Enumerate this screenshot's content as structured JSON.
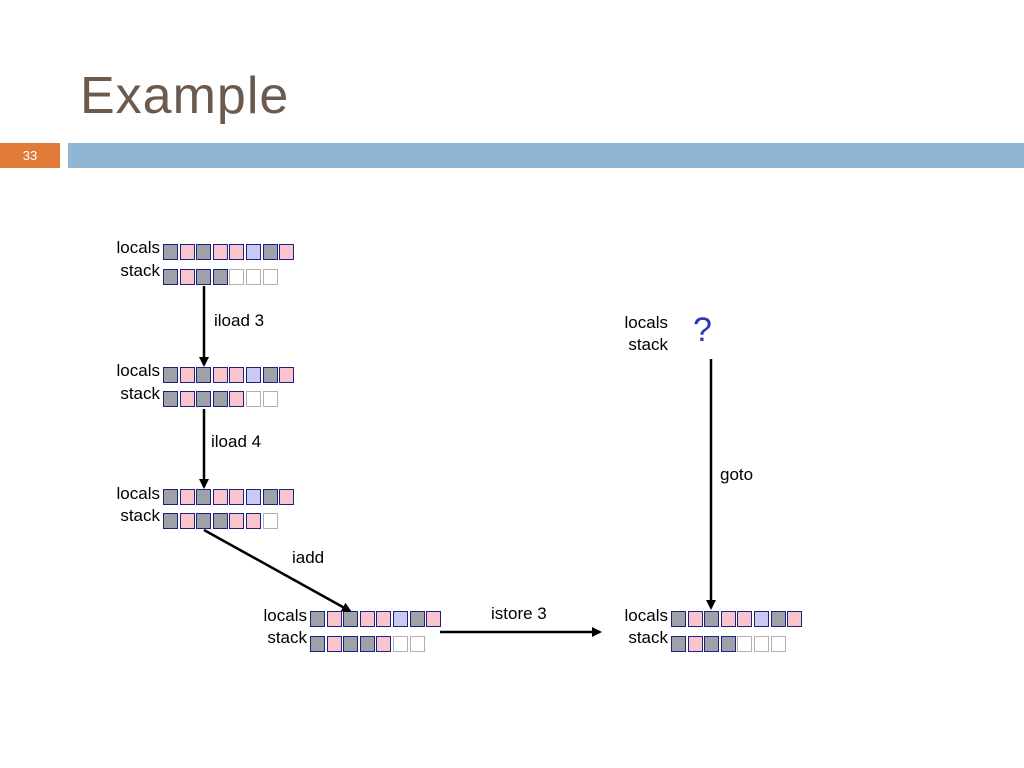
{
  "slide": {
    "title": "Example",
    "slide_number": "33"
  },
  "labels": {
    "locals": "locals",
    "stack": "stack",
    "unknown": "?"
  },
  "instructions": [
    "iload 3",
    "iload 4",
    "iadd",
    "istore 3",
    "goto"
  ],
  "colors": {
    "gray_cell": "#a0a0a8",
    "pink_cell": "#f9c4cc",
    "blue_cell": "#c9c9f3",
    "empty_cell": "#ffffff",
    "title": "#6b5a4e",
    "accent_orange": "#e07b39",
    "accent_blue": "#91b6d4",
    "question_mark": "#2a35b8"
  },
  "states": [
    {
      "locals": [
        "g",
        "p",
        "g",
        "p",
        "p",
        "b",
        "g",
        "p"
      ],
      "stack": [
        "g",
        "p",
        "g",
        "g",
        "e",
        "e",
        "e"
      ]
    },
    {
      "locals": [
        "g",
        "p",
        "g",
        "p",
        "p",
        "b",
        "g",
        "p"
      ],
      "stack": [
        "g",
        "p",
        "g",
        "g",
        "p",
        "e",
        "e"
      ]
    },
    {
      "locals": [
        "g",
        "p",
        "g",
        "p",
        "p",
        "b",
        "g",
        "p"
      ],
      "stack": [
        "g",
        "p",
        "g",
        "g",
        "p",
        "p",
        "e"
      ]
    },
    {
      "locals": [
        "g",
        "p",
        "g",
        "p",
        "p",
        "b",
        "g",
        "p"
      ],
      "stack": [
        "g",
        "p",
        "g",
        "g",
        "p",
        "e",
        "e"
      ]
    },
    {
      "locals": [
        "g",
        "p",
        "g",
        "p",
        "p",
        "b",
        "g",
        "p"
      ],
      "stack": [
        "g",
        "p",
        "g",
        "g",
        "e",
        "e",
        "e"
      ]
    }
  ]
}
